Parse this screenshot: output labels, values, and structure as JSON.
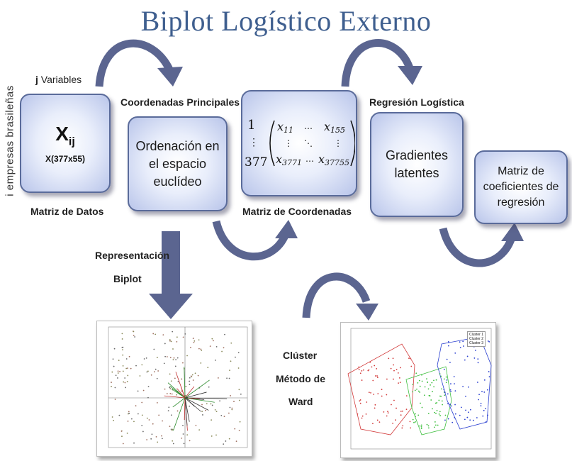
{
  "title": "Biplot Logístico Externo",
  "side_label": "i empresas brasileñas",
  "labels": {
    "j_variables_j": "j",
    "j_variables": "Variables",
    "coordenadas_principales": "Coordenadas Principales",
    "regresion_logistica": "Regresión Logística",
    "matriz_de_datos": "Matriz de Datos",
    "matriz_de_coordenadas": "Matriz de Coordenadas",
    "representacion_1": "Representación",
    "representacion_2": "Biplot",
    "cluster_1": "Clúster",
    "cluster_2": "Método de",
    "cluster_3": "Ward"
  },
  "boxes": {
    "data_symbol": "X",
    "data_subscript": "ij",
    "data_dims": "X(377x55)",
    "ordenacion": [
      "Ordenación en",
      "el espacio",
      "euclídeo"
    ],
    "gradientes": [
      "Gradientes",
      "latentes"
    ],
    "coeficientes": [
      "Matriz de",
      "coeficientes de",
      "regresión"
    ]
  },
  "matrix": {
    "row_first": "1",
    "row_dots": "⋮",
    "row_last": "377",
    "x11": "x",
    "x11_sub": "11",
    "x155": "x",
    "x155_sub": "155",
    "x3771": "x",
    "x3771_sub": "3771",
    "x37755": "x",
    "x37755_sub": "37755",
    "hdots": "…",
    "vdots": "⋮",
    "ddots": "⋱"
  },
  "plot_legend": [
    "Cluster 1",
    "Cluster 2",
    "Cluster 3"
  ],
  "colors": {
    "title": "#3f5f8f",
    "box_border": "#5a6b9a",
    "arrow": "#5b6590",
    "cluster1": "#d23a3a",
    "cluster2": "#3fbf3f",
    "cluster3": "#2a3fd0"
  }
}
